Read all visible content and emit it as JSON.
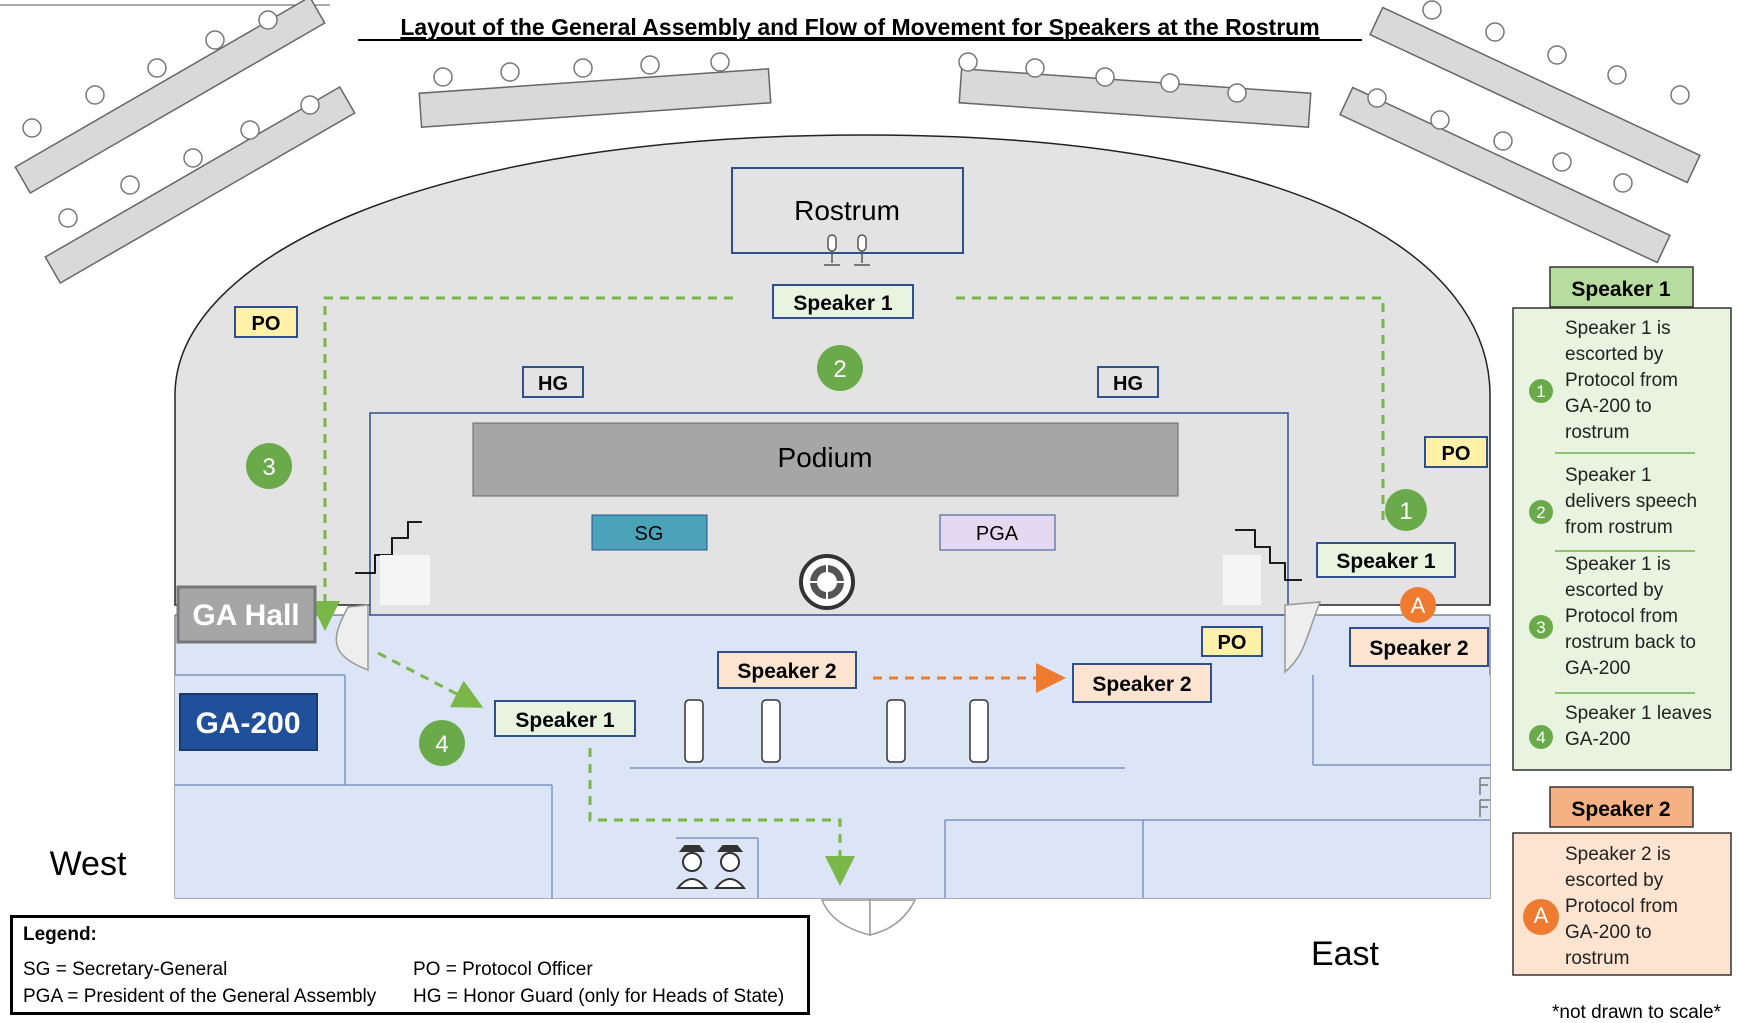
{
  "title": "Layout of the General Assembly and Flow of Movement for Speakers at the Rostrum",
  "areas": {
    "rostrum": "Rostrum",
    "podium": "Podium",
    "sg": "SG",
    "pga": "PGA",
    "ga_hall": "GA Hall",
    "ga_200": "GA-200",
    "west": "West",
    "east": "East"
  },
  "tags": {
    "speaker1": "Speaker 1",
    "speaker2": "Speaker 2",
    "po": "PO",
    "hg": "HG"
  },
  "steps": {
    "s1": "1",
    "s2": "2",
    "s3": "3",
    "s4": "4",
    "sa": "A"
  },
  "speaker1_panel": {
    "header": "Speaker 1",
    "items": [
      {
        "num": "1",
        "lines": [
          "Speaker 1 is",
          "escorted by",
          "Protocol from",
          "GA-200 to",
          "rostrum"
        ]
      },
      {
        "num": "2",
        "lines": [
          "Speaker 1",
          "delivers speech",
          "from rostrum"
        ]
      },
      {
        "num": "3",
        "lines": [
          "Speaker 1 is",
          "escorted by",
          "Protocol from",
          "rostrum back to",
          "GA-200"
        ]
      },
      {
        "num": "4",
        "lines": [
          "Speaker 1 leaves",
          "GA-200"
        ]
      }
    ]
  },
  "speaker2_panel": {
    "header": "Speaker 2",
    "items": [
      {
        "num": "A",
        "lines": [
          "Speaker 2 is",
          "escorted by",
          "Protocol from",
          "GA-200 to",
          "rostrum"
        ]
      }
    ]
  },
  "legend": {
    "title": "Legend:",
    "items": [
      "SG = Secretary-General",
      "PGA = President of the General Assembly",
      "PO = Protocol Officer",
      "HG = Honor Guard (only for Heads of State)"
    ]
  },
  "note": "*not drawn to scale*",
  "colors": {
    "step_green": "#6aaa4a",
    "step_orange": "#ee7b30",
    "path_green": "#7ab648",
    "path_orange": "#ee7b30",
    "speaker1_fill": "#e8f3e0",
    "speaker2_fill": "#fce4d0",
    "po_fill": "#fff2a8",
    "floor_blue": "#dbe5f5",
    "hall_gray": "#e3e3e3",
    "ga200_fill": "#21509a",
    "sg_fill": "#4aa3b8",
    "pga_fill": "#e4d9f0"
  }
}
